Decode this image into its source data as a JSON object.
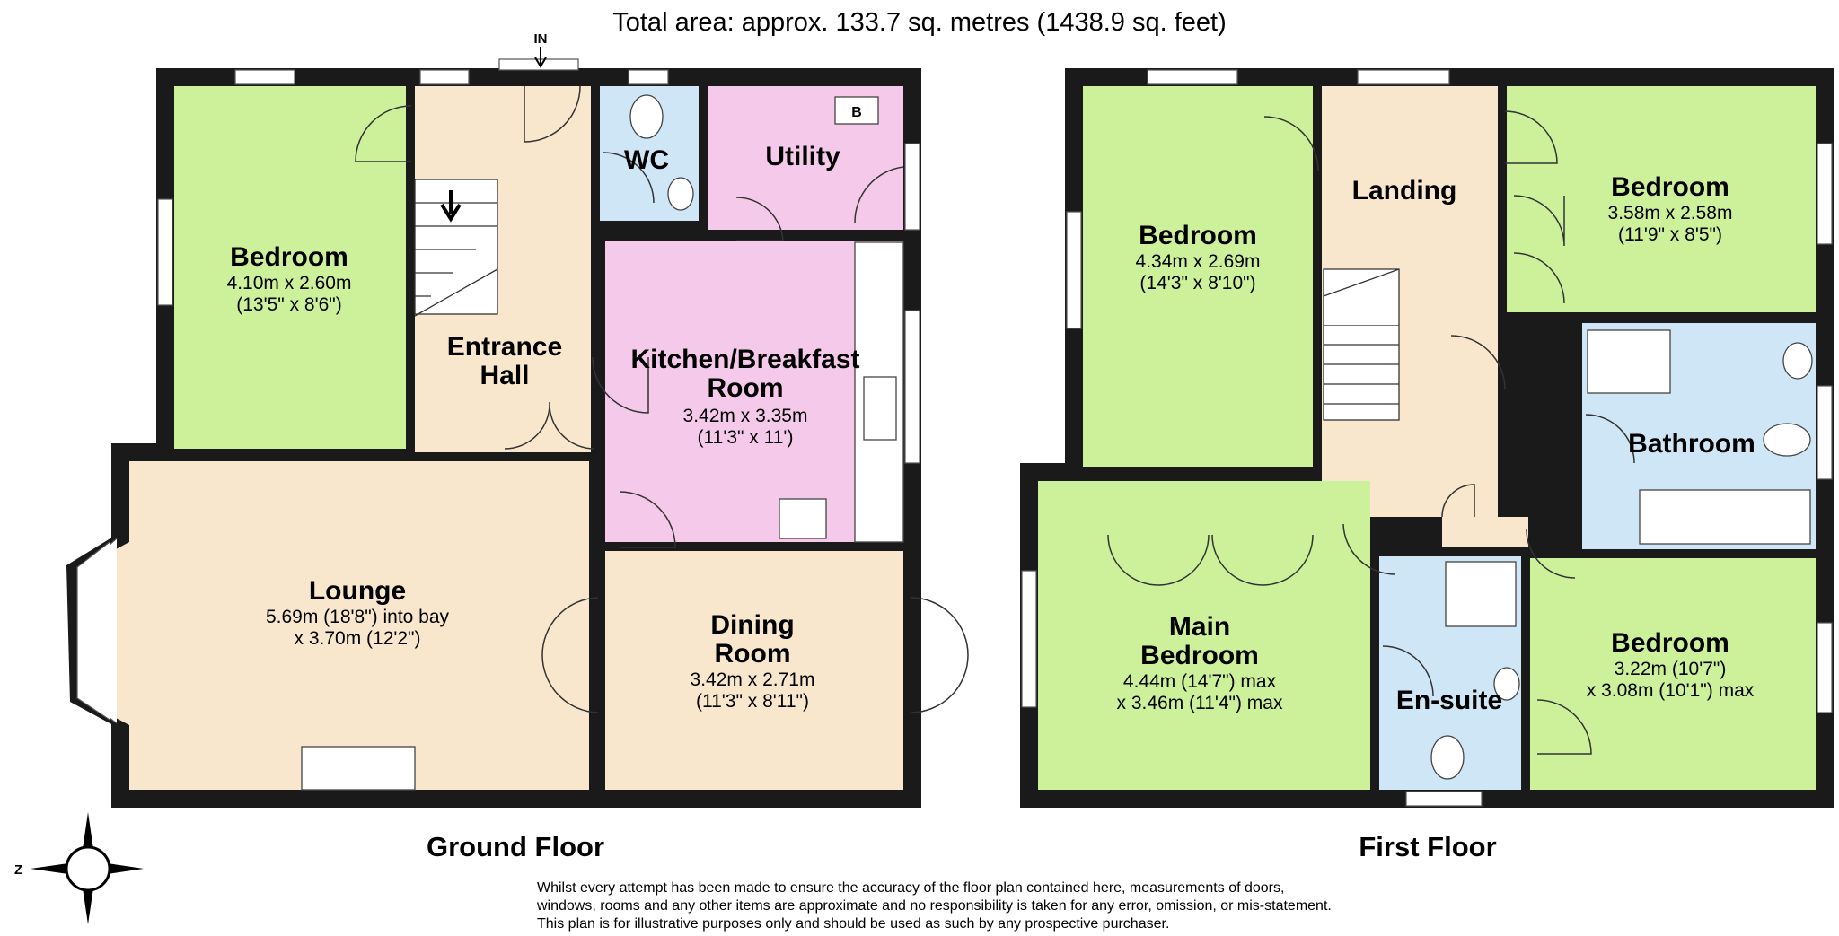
{
  "header": {
    "total_area": "Total area: approx. 133.7 sq. metres (1438.9 sq. feet)"
  },
  "entry_marker": "IN",
  "boiler_marker": "B",
  "compass": {
    "label": "Z"
  },
  "colors": {
    "bedroom": "#cdf19a",
    "hall": "#f8e7cc",
    "wet": "#cfe6f7",
    "kitchen": "#f5c9ea",
    "wall": "#1a1a1a"
  },
  "ground_floor": {
    "title": "Ground Floor",
    "rooms": {
      "bedroom": {
        "name": "Bedroom",
        "dim1": "4.10m x 2.60m",
        "dim2": "(13'5\" x 8'6\")"
      },
      "entrance_hall": {
        "line1": "Entrance",
        "line2": "Hall"
      },
      "wc": {
        "name": "WC"
      },
      "utility": {
        "name": "Utility"
      },
      "kitchen": {
        "line1": "Kitchen/Breakfast",
        "line2": "Room",
        "dim1": "3.42m x 3.35m",
        "dim2": "(11'3\" x 11')"
      },
      "lounge": {
        "name": "Lounge",
        "dim1": "5.69m (18'8\") into bay",
        "dim2": "x 3.70m (12'2\")"
      },
      "dining": {
        "line1": "Dining",
        "line2": "Room",
        "dim1": "3.42m x 2.71m",
        "dim2": "(11'3\" x 8'11\")"
      }
    }
  },
  "first_floor": {
    "title": "First Floor",
    "rooms": {
      "bedroom_left": {
        "name": "Bedroom",
        "dim1": "4.34m x 2.69m",
        "dim2": "(14'3\" x 8'10\")"
      },
      "landing": {
        "name": "Landing"
      },
      "bedroom_right": {
        "name": "Bedroom",
        "dim1": "3.58m x 2.58m",
        "dim2": "(11'9\" x 8'5\")"
      },
      "bathroom": {
        "name": "Bathroom"
      },
      "main_bedroom": {
        "line1": "Main",
        "line2": "Bedroom",
        "dim1": "4.44m (14'7\") max",
        "dim2": "x 3.46m (11'4\") max"
      },
      "ensuite": {
        "name": "En-suite"
      },
      "bedroom_bottom": {
        "name": "Bedroom",
        "dim1": "3.22m (10'7\")",
        "dim2": "x 3.08m (10'1\") max"
      }
    }
  },
  "disclaimer": [
    "Whilst every attempt has been made to ensure the accuracy of the floor plan contained here, measurements of doors,",
    "windows, rooms and any other items are approximate and no responsibility is taken for any error, omission, or mis-statement.",
    "This plan is for illustrative purposes only and should be used as such by any prospective purchaser."
  ]
}
